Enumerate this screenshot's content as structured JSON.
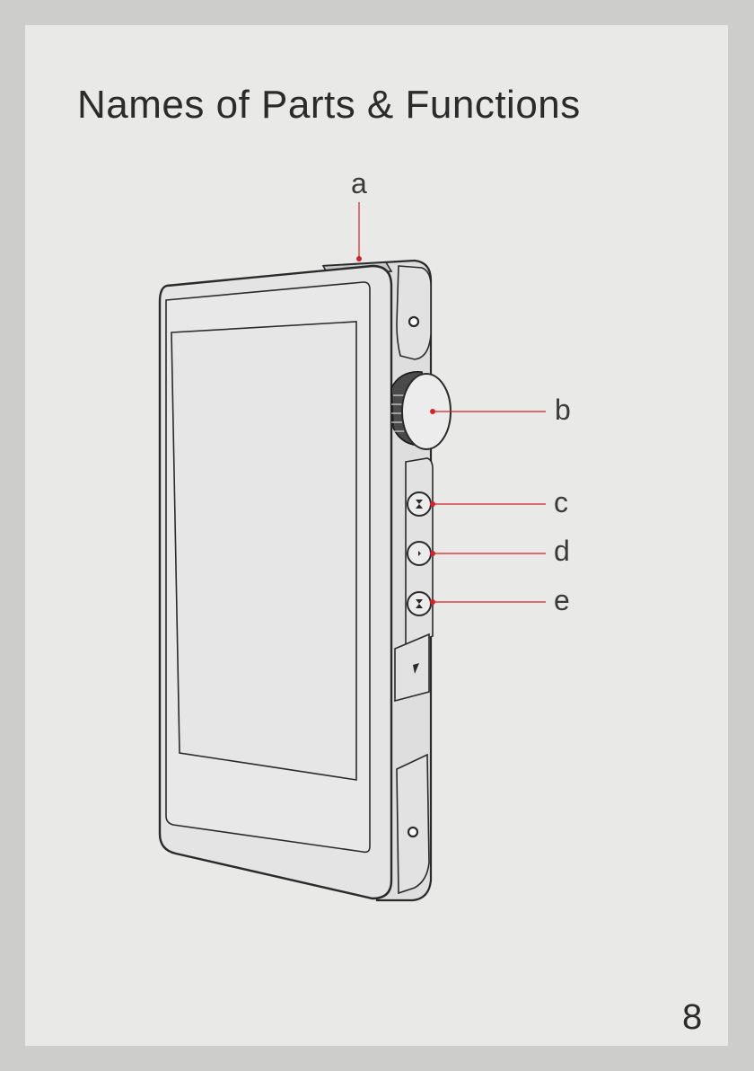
{
  "title": "Names of Parts & Functions",
  "page_number": "8",
  "callouts": [
    {
      "id": "a",
      "label": "a"
    },
    {
      "id": "b",
      "label": "b"
    },
    {
      "id": "c",
      "label": "c"
    },
    {
      "id": "d",
      "label": "d"
    },
    {
      "id": "e",
      "label": "e"
    }
  ],
  "colors": {
    "background": "#cdcdcb",
    "paper": "#e9e9e7",
    "leader_line": "#d2232a",
    "line_art": "#2a2a2a"
  }
}
